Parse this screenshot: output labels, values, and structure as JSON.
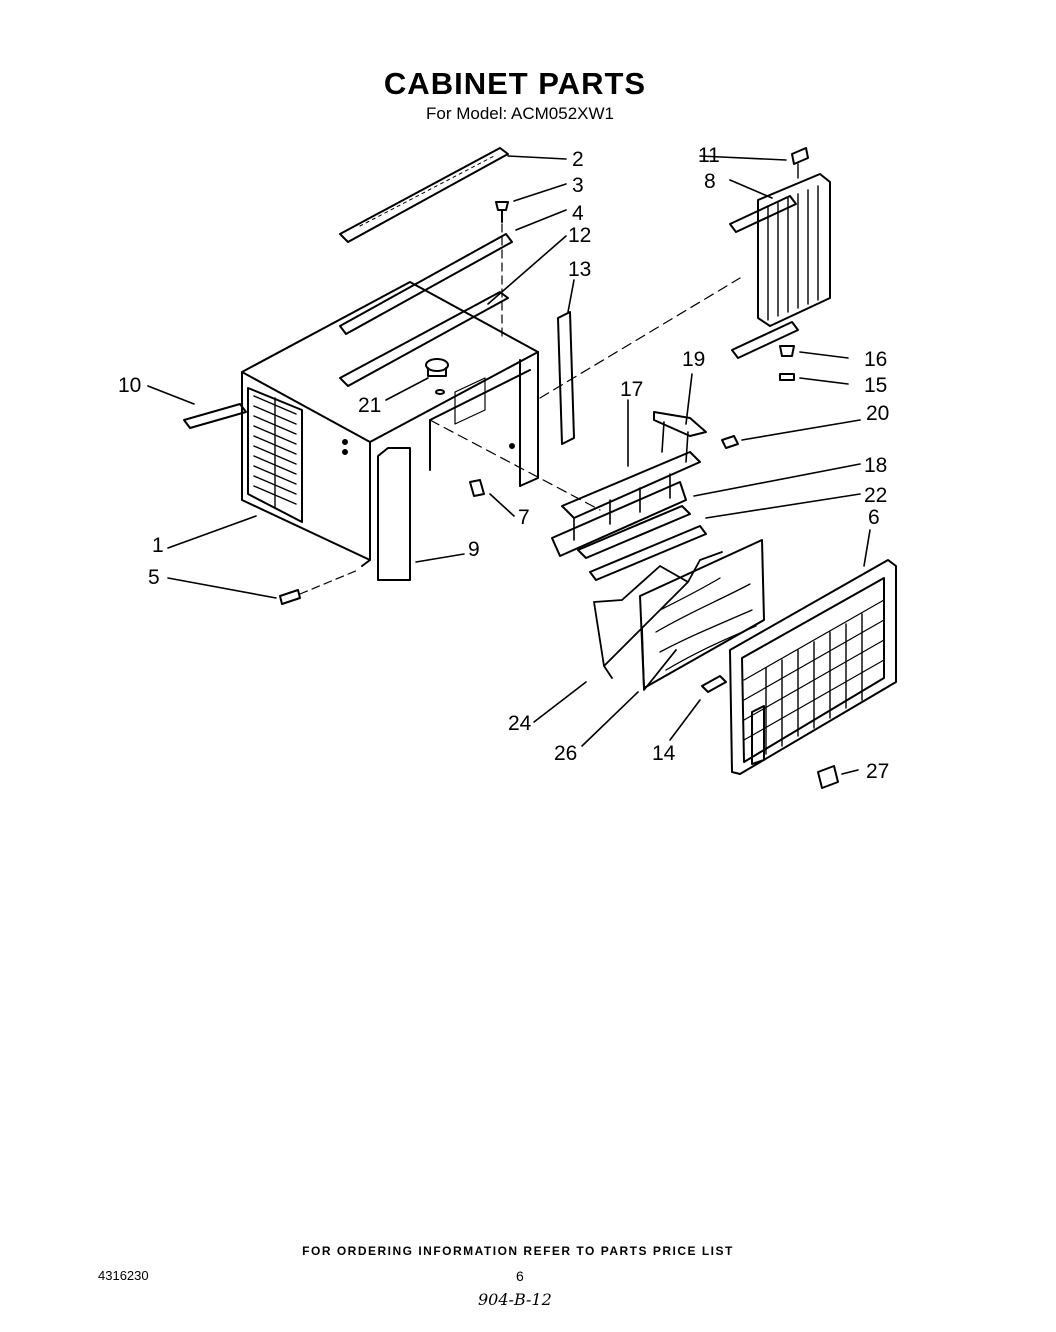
{
  "title": "CABINET PARTS",
  "subtitle": "For Model: ACM052XW1",
  "callouts": [
    "1",
    "2",
    "3",
    "4",
    "5",
    "6",
    "7",
    "8",
    "9",
    "10",
    "11",
    "12",
    "13",
    "14",
    "15",
    "16",
    "17",
    "18",
    "19",
    "20",
    "21",
    "22",
    "24",
    "26",
    "27"
  ],
  "footer": {
    "instruction": "FOR ORDERING INFORMATION REFER TO PARTS PRICE LIST",
    "doc_number": "4316230",
    "page_number": "6",
    "handwritten_note": "904-B-12"
  }
}
